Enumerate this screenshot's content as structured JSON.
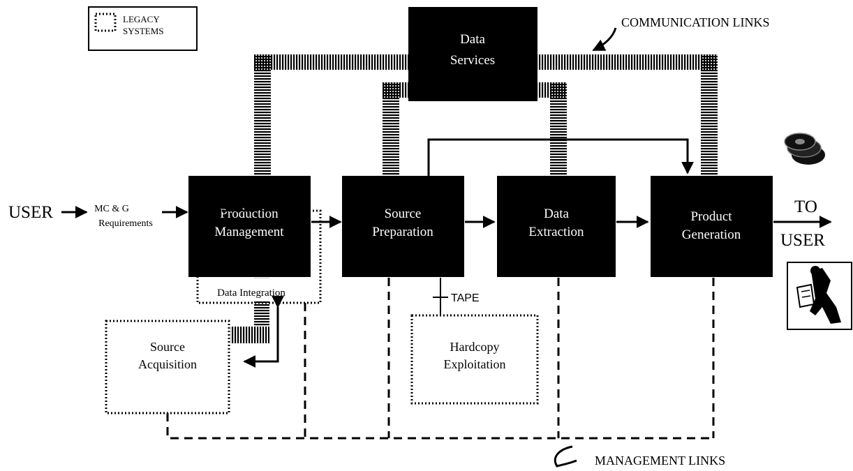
{
  "legend": {
    "line1": "LEGACY",
    "line2": "SYSTEMS"
  },
  "labels": {
    "communication_links": "COMMUNICATION LINKS",
    "management_links": "MANAGEMENT LINKS",
    "tape": "TAPE",
    "user_in": "USER",
    "requirements_line1": "MC & G",
    "requirements_line2": "Requirements",
    "to_user_line1": "TO",
    "to_user_line2": "USER",
    "data_integration": "Data Integration"
  },
  "nodes": {
    "data_services": {
      "line1": "Data",
      "line2": "Services"
    },
    "production_management": {
      "line1": "Production",
      "line2": "Management"
    },
    "source_preparation": {
      "line1": "Source",
      "line2": "Preparation"
    },
    "data_extraction": {
      "line1": "Data",
      "line2": "Extraction"
    },
    "product_generation": {
      "line1": "Product",
      "line2": "Generation"
    },
    "source_acquisition": {
      "line1": "Source",
      "line2": "Acquisition"
    },
    "hardcopy_exploitation": {
      "line1": "Hardcopy",
      "line2": "Exploitation"
    }
  },
  "colors": {
    "block_fill": "#000000",
    "block_text": "#ffffff",
    "background": "#ffffff"
  },
  "icons": [
    "disk-stack-icon",
    "person-with-map-icon"
  ]
}
